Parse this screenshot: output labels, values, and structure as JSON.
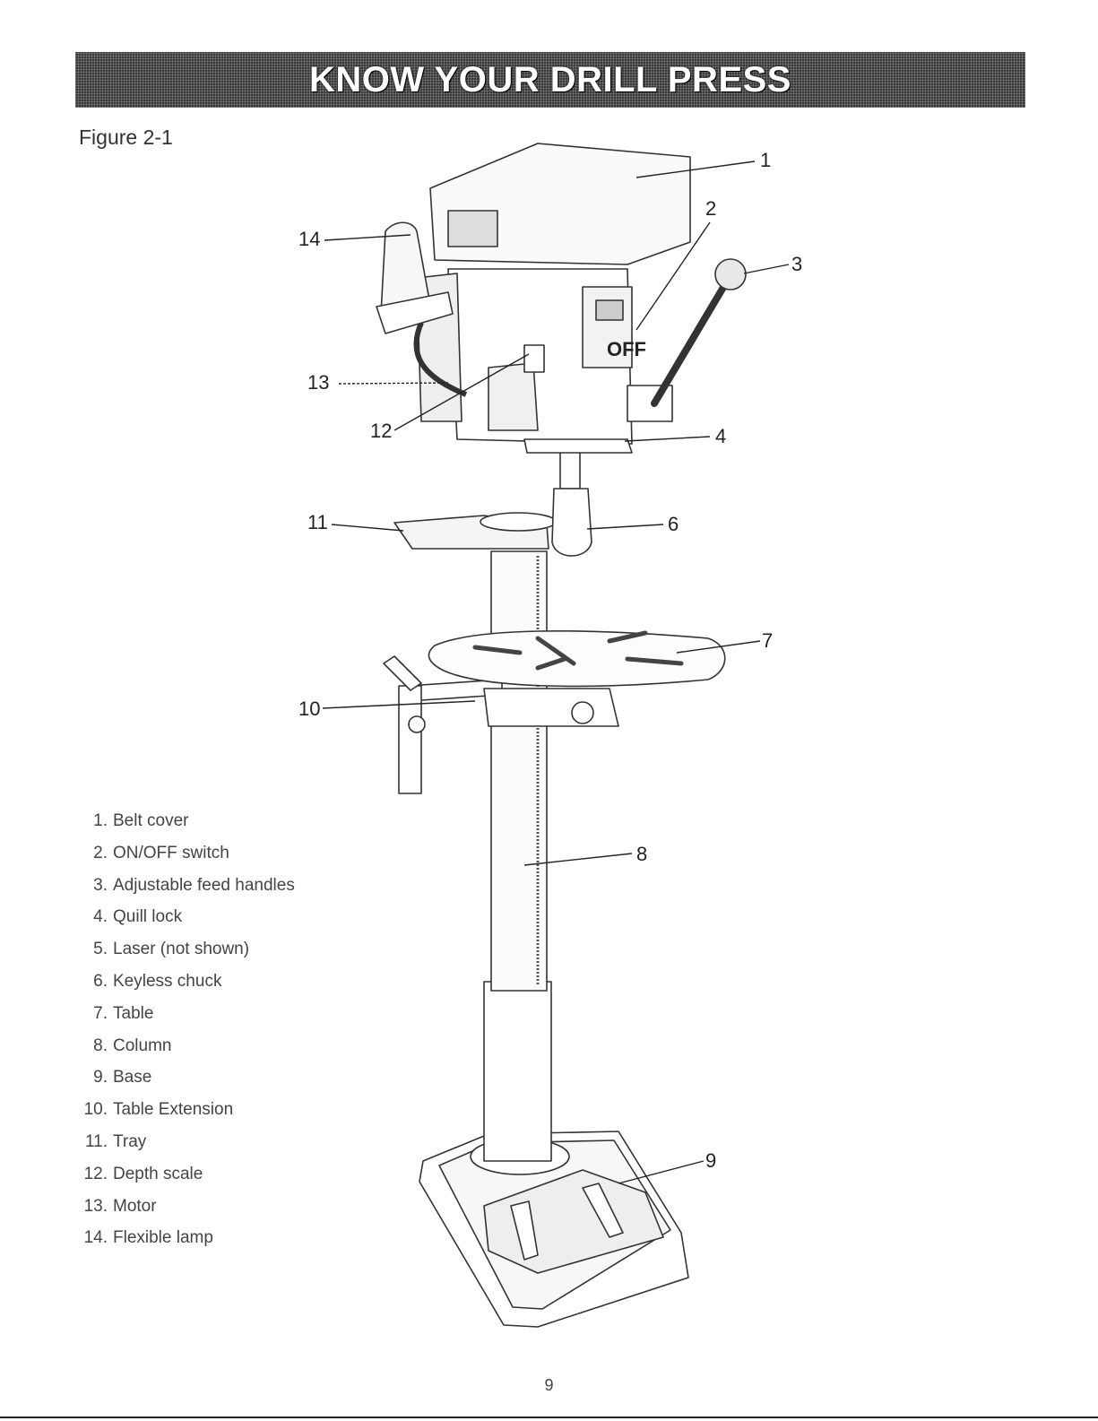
{
  "header": {
    "title": "KNOW YOUR DRILL PRESS"
  },
  "figure": {
    "label": "Figure 2-1"
  },
  "callouts": [
    "1",
    "2",
    "3",
    "4",
    "6",
    "7",
    "8",
    "9",
    "10",
    "11",
    "12",
    "13",
    "14"
  ],
  "parts": [
    {
      "num": "1.",
      "label": "Belt cover"
    },
    {
      "num": "2.",
      "label": "ON/OFF switch"
    },
    {
      "num": "3.",
      "label": "Adjustable feed handles"
    },
    {
      "num": "4.",
      "label": "Quill lock"
    },
    {
      "num": "5.",
      "label": "Laser (not shown)"
    },
    {
      "num": "6.",
      "label": "Keyless chuck"
    },
    {
      "num": "7.",
      "label": "Table"
    },
    {
      "num": "8.",
      "label": "Column"
    },
    {
      "num": "9.",
      "label": "Base"
    },
    {
      "num": "10.",
      "label": "Table Extension"
    },
    {
      "num": "11.",
      "label": "Tray"
    },
    {
      "num": "12.",
      "label": "Depth scale"
    },
    {
      "num": "13.",
      "label": "Motor"
    },
    {
      "num": "14.",
      "label": "Flexible lamp"
    }
  ],
  "switch_text": "OFF",
  "page_number": "9"
}
